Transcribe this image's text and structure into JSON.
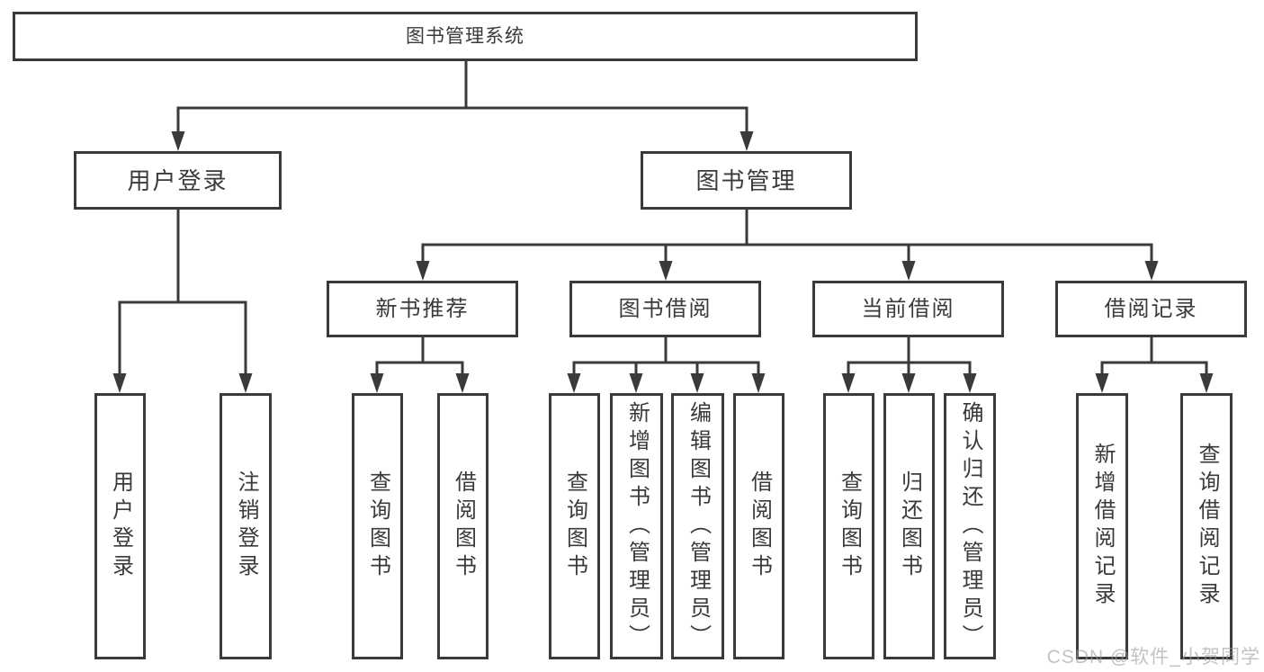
{
  "tree": {
    "label": "图书管理系统",
    "children": [
      {
        "label": "用户登录",
        "children": [
          {
            "label": "用户登录"
          },
          {
            "label": "注销登录"
          }
        ]
      },
      {
        "label": "图书管理",
        "children": [
          {
            "label": "新书推荐",
            "children": [
              {
                "label": "查询图书"
              },
              {
                "label": "借阅图书"
              }
            ]
          },
          {
            "label": "图书借阅",
            "children": [
              {
                "label": "查询图书"
              },
              {
                "label": "新增图书（管理员）"
              },
              {
                "label": "编辑图书（管理员）"
              },
              {
                "label": "借阅图书"
              }
            ]
          },
          {
            "label": "当前借阅",
            "children": [
              {
                "label": "查询图书"
              },
              {
                "label": "归还图书"
              },
              {
                "label": "确认归还（管理员）"
              }
            ]
          },
          {
            "label": "借阅记录",
            "children": [
              {
                "label": "新增借阅记录"
              },
              {
                "label": "查询借阅记录"
              }
            ]
          }
        ]
      }
    ]
  },
  "watermark": {
    "text": "CSDN @软件_小贺同学"
  },
  "colors": {
    "line": "#3a3a3a",
    "text": "#3a3a3a",
    "watermark": "#9a9a9a",
    "background": "#ffffff"
  }
}
